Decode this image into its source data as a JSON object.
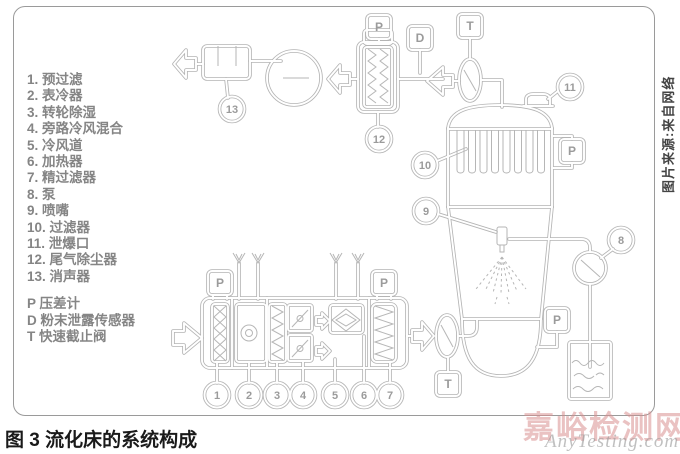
{
  "figure": {
    "caption": "图 3 流化床的系统构成",
    "source_note": "图片来源:来自网络",
    "watermark": {
      "cn": "嘉峪检测网",
      "en": "AnyTesting.com"
    }
  },
  "legend": {
    "items": [
      "1. 预过滤",
      "2. 表冷器",
      "3. 转轮除湿",
      "4. 旁路冷风混合",
      "5. 冷风道",
      "6. 加热器",
      "7. 精过滤器",
      "8. 泵",
      "9. 喷嘴",
      "10. 过滤器",
      "11. 泄爆口",
      "12. 尾气除尘器",
      "13. 消声器"
    ],
    "abbr": [
      "P 压差计",
      "D 粉末泄露传感器",
      "T 快速截止阀"
    ]
  },
  "diagram": {
    "callouts": [
      "1",
      "2",
      "3",
      "4",
      "5",
      "6",
      "7",
      "8",
      "9",
      "10",
      "11",
      "12",
      "13"
    ],
    "sensors": {
      "p": "P",
      "d": "D",
      "t": "T"
    },
    "colors": {
      "line": "#b4b4b4",
      "legend_text": "#858585",
      "caption_text": "#1a1a1a",
      "watermark_cn": "#d98f8f",
      "watermark_en": "#b9b9b9",
      "source_text": "#444444",
      "border": "#999999"
    }
  }
}
